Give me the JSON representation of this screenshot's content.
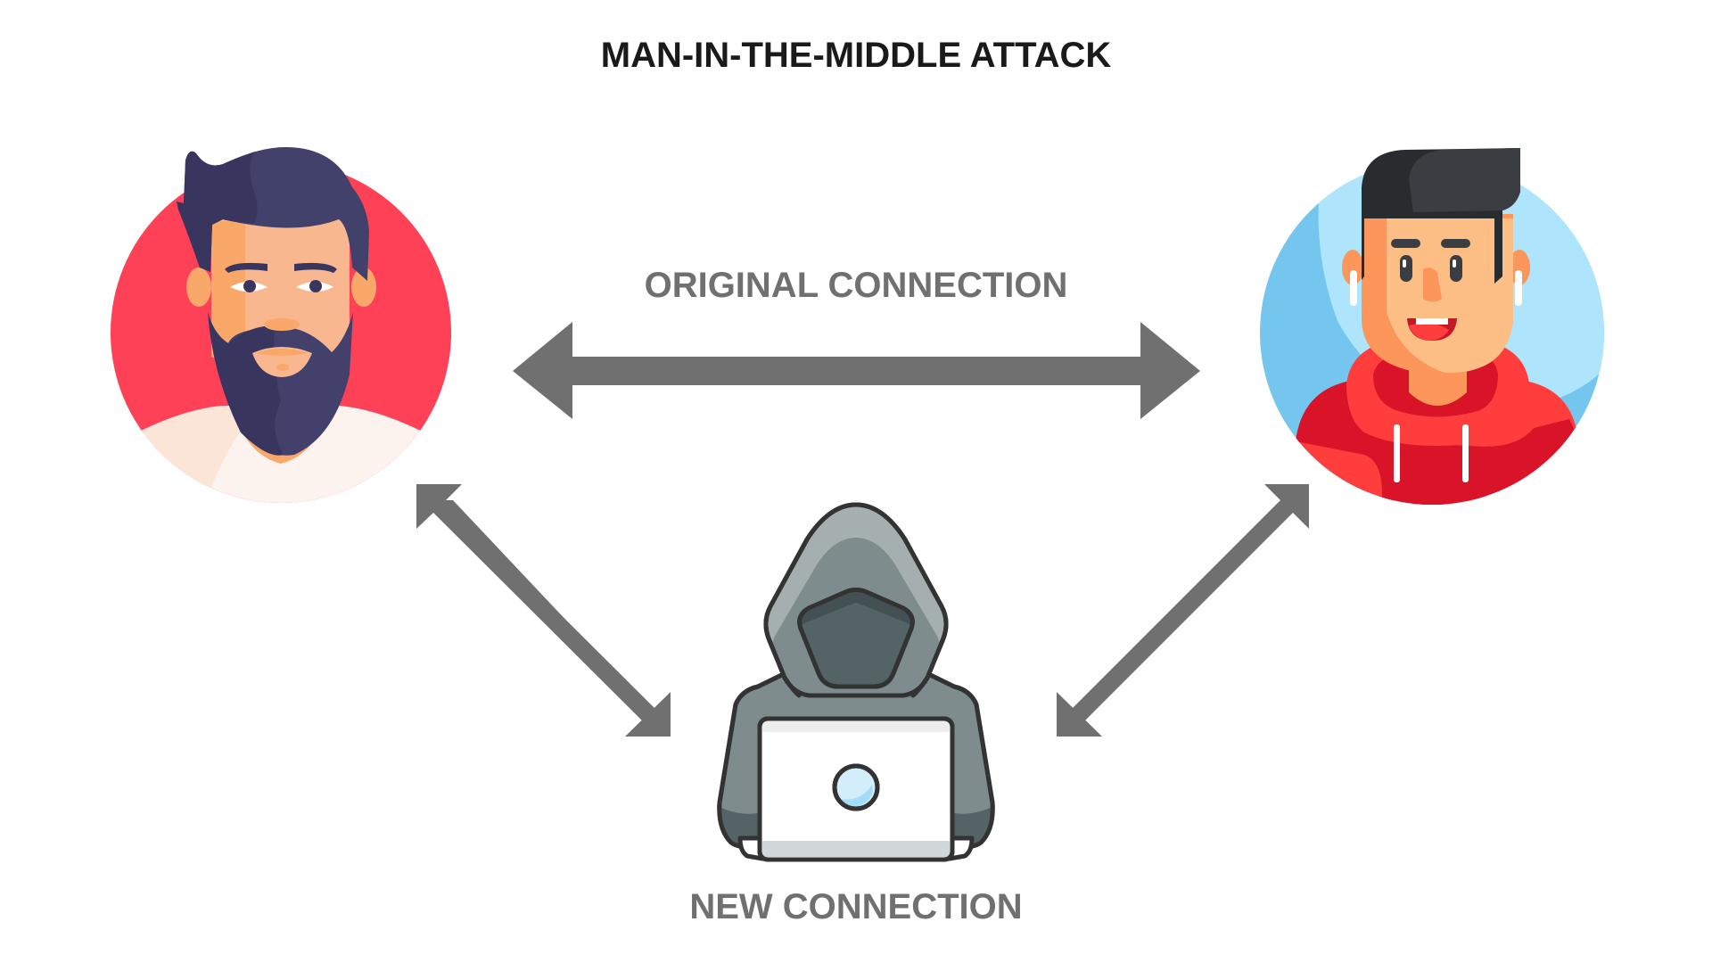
{
  "diagram": {
    "title": "MAN-IN-THE-MIDDLE ATTACK",
    "connections": {
      "original": {
        "label": "ORIGINAL CONNECTION",
        "from": "person-left",
        "to": "person-right",
        "direction": "bidirectional"
      },
      "new": {
        "label": "NEW CONNECTION",
        "links": [
          {
            "from": "person-left",
            "to": "attacker",
            "direction": "bidirectional"
          },
          {
            "from": "person-right",
            "to": "attacker",
            "direction": "bidirectional"
          }
        ]
      }
    },
    "actors": [
      {
        "id": "person-left",
        "description": "bearded man avatar",
        "background": "#FF4157"
      },
      {
        "id": "person-right",
        "description": "young man in red hoodie avatar",
        "background": "#A9E2FB"
      },
      {
        "id": "attacker",
        "description": "hooded hacker with laptop"
      }
    ],
    "colors": {
      "arrow": "#707070",
      "title": "#1a1a1a",
      "label": "#707070"
    }
  }
}
